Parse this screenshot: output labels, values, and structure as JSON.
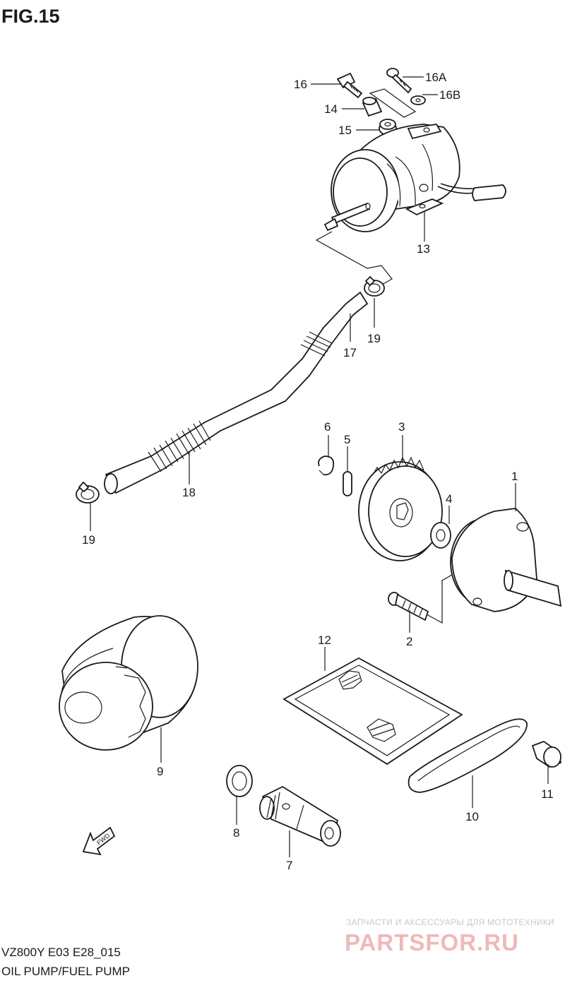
{
  "figure": {
    "title": "FIG.15",
    "code": "VZ800Y E03 E28_015",
    "name": "OIL PUMP/FUEL PUMP"
  },
  "parts": [
    {
      "key": "p1",
      "label": "1"
    },
    {
      "key": "p2",
      "label": "2"
    },
    {
      "key": "p3",
      "label": "3"
    },
    {
      "key": "p4",
      "label": "4"
    },
    {
      "key": "p5",
      "label": "5"
    },
    {
      "key": "p6",
      "label": "6"
    },
    {
      "key": "p7",
      "label": "7"
    },
    {
      "key": "p8",
      "label": "8"
    },
    {
      "key": "p9",
      "label": "9"
    },
    {
      "key": "p10",
      "label": "10"
    },
    {
      "key": "p11",
      "label": "11"
    },
    {
      "key": "p12",
      "label": "12"
    },
    {
      "key": "p13",
      "label": "13"
    },
    {
      "key": "p14",
      "label": "14"
    },
    {
      "key": "p15",
      "label": "15"
    },
    {
      "key": "p16",
      "label": "16"
    },
    {
      "key": "p16a",
      "label": "16A"
    },
    {
      "key": "p16b",
      "label": "16B"
    },
    {
      "key": "p17",
      "label": "17"
    },
    {
      "key": "p18",
      "label": "18"
    },
    {
      "key": "p19a",
      "label": "19"
    },
    {
      "key": "p19b",
      "label": "19"
    }
  ],
  "fwd_arrow": {
    "label": "FWD"
  },
  "watermark": {
    "tagline": "ЗАПЧАСТИ И АКСЕССУАРЫ ДЛЯ МОТОТЕХНИКИ",
    "brand": "PARTSFOR.RU"
  }
}
